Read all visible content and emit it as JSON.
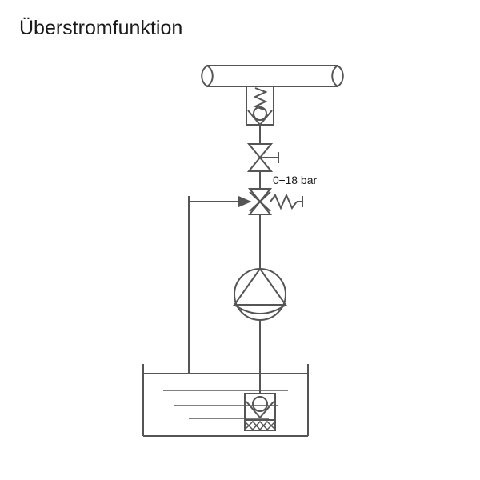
{
  "diagram": {
    "title": "Überstromfunktion",
    "type": "hydraulic-schematic",
    "language": "de",
    "line_color": "#555555",
    "text_color": "#1a1a1a",
    "background_color": "#ffffff"
  },
  "labels": {
    "pressure_range": "0÷18 bar"
  },
  "components": {
    "consumer_pipe": {
      "name": "consumer-pipe",
      "description": "horizontal pipe with rounded lens end caps"
    },
    "spring_loaded_check_valve": {
      "name": "spring-loaded-check-valve",
      "description": "boxed ball check valve with spring"
    },
    "shutoff_valve": {
      "name": "shutoff-valve",
      "description": "bowtie shut-off valve with handle stem"
    },
    "overflow_valve": {
      "name": "overflow-relief-valve",
      "description": "spring loaded overflow valve with pressure setting 0 to 18 bar",
      "setting": "0÷18 bar"
    },
    "pump": {
      "name": "pump",
      "description": "circle with inscribed triangle and arc"
    },
    "tank": {
      "name": "tank-reservoir",
      "description": "open reservoir with fluid level lines"
    },
    "foot_valve": {
      "name": "foot-valve-strainer",
      "description": "suction foot valve with ball and strainer mesh"
    },
    "return_line": {
      "name": "return-line",
      "description": "bypass return line from overflow valve to tank"
    }
  }
}
